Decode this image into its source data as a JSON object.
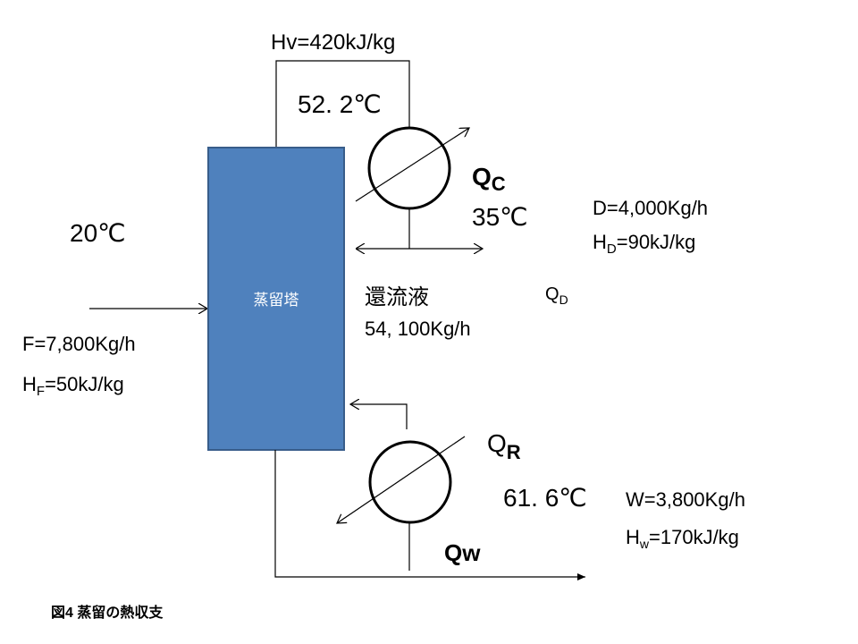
{
  "column": {
    "label": "蒸留塔",
    "fill": "#4f81bd",
    "stroke": "#385d8a"
  },
  "vapor": {
    "enthalpy": "Hv=420kJ/kg",
    "temp": "52. 2℃"
  },
  "condenser": {
    "q_main": "Q",
    "q_sub": "C",
    "temp": "35℃"
  },
  "distillate": {
    "flow": "D=4,000Kg/h",
    "h_main": "H",
    "h_sub": "D",
    "h_rest": "=90kJ/kg",
    "q_main": "Q",
    "q_sub": "D"
  },
  "reflux": {
    "label": "還流液",
    "flow": "54, 100Kg/h"
  },
  "feed": {
    "temp": "20℃",
    "flow": "F=7,800Kg/h",
    "h_main": "H",
    "h_sub": "F",
    "h_rest": "=50kJ/kg"
  },
  "reboiler": {
    "q_main": "Q",
    "q_sub": "R",
    "temp": "61. 6℃"
  },
  "bottoms": {
    "flow": "W=3,800Kg/h",
    "h_main": "H",
    "h_sub": "w",
    "h_rest": "=170kJ/kg",
    "q": "Qw"
  },
  "caption": "図4  蒸留の熱収支"
}
